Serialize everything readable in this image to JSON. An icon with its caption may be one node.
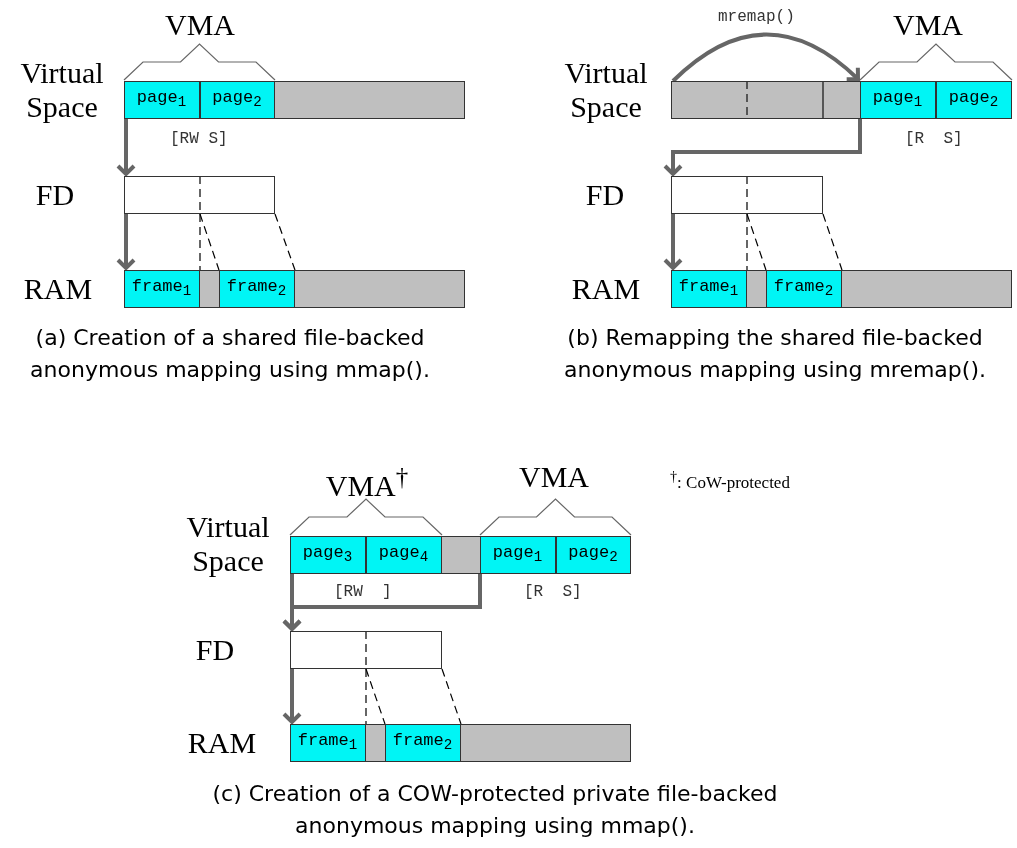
{
  "diagram": {
    "nodes": [
      {
        "text": [],
        "shape": "bar"
      },
      {
        "text": [
          "page$_{1}$"
        ],
        "in": 0
      },
      {
        "text": [
          "page$_{2}$"
        ],
        "in": 0
      },
      {
        "text": [],
        "shape": "box"
      },
      {
        "text": [],
        "shape": "bar"
      },
      {
        "text": [
          "frame$_{1}$"
        ],
        "in": 4
      },
      {
        "text": [
          "frame$_{2}$"
        ],
        "in": 4
      },
      {
        "text": [],
        "shape": "bar"
      },
      {
        "text": [
          "page$_{1}$"
        ],
        "in": 7
      },
      {
        "text": [
          "page$_{2}$"
        ],
        "in": 7
      },
      {
        "text": [],
        "shape": "box"
      },
      {
        "text": [],
        "shape": "bar"
      },
      {
        "text": [
          "frame$_{1}$"
        ],
        "in": 11
      },
      {
        "text": [
          "frame$_{2}$"
        ],
        "in": 11
      },
      {
        "text": [],
        "shape": "bar"
      },
      {
        "text": [
          "page$_{3}$"
        ],
        "in": 14
      },
      {
        "text": [
          "page$_{4}$"
        ],
        "in": 14
      },
      {
        "text": [
          "page$_{1}$"
        ],
        "in": 14
      },
      {
        "text": [
          "page$_{2}$"
        ],
        "in": 14
      },
      {
        "text": [],
        "shape": "box"
      },
      {
        "text": [],
        "shape": "bar"
      },
      {
        "text": [
          "frame$_{1}$"
        ],
        "in": 20
      },
      {
        "text": [
          "frame$_{2}$"
        ],
        "in": 20
      }
    ],
    "edges": [
      {
        "from": 1,
        "to": 3,
        "arrow": "to"
      },
      {
        "from": 3,
        "to": 4,
        "arrow": "to"
      },
      {
        "from": 3,
        "to": 5,
        "arrow": "none",
        "style": "dashed",
        "color": "#000000"
      },
      {
        "from": 3,
        "to": 6,
        "arrow": "none",
        "style": "dashed",
        "color": "#000000"
      },
      {
        "from": 7,
        "to": 8,
        "arrow": "to",
        "label": "mremap()"
      },
      {
        "from": 8,
        "to": 10,
        "arrow": "to"
      },
      {
        "from": 10,
        "to": 11,
        "arrow": "to"
      },
      {
        "from": 10,
        "to": 12,
        "arrow": "none",
        "style": "dashed",
        "color": "#000000"
      },
      {
        "from": 10,
        "to": 13,
        "arrow": "none",
        "style": "dashed",
        "color": "#000000"
      },
      {
        "from": 15,
        "to": 19,
        "arrow": "to"
      },
      {
        "from": 17,
        "to": 19,
        "arrow": "to"
      },
      {
        "from": 19,
        "to": 20,
        "arrow": "to"
      },
      {
        "from": 19,
        "to": 21,
        "arrow": "none",
        "style": "dashed",
        "color": "#000000"
      },
      {
        "from": 19,
        "to": 22,
        "arrow": "none",
        "style": "dashed",
        "color": "#000000"
      }
    ],
    "labels": [
      "VMA",
      "Virtual Space",
      "[RW S]",
      "FD",
      "RAM",
      "(a)  Creation of a shared file-backed anonymous mapping using mmap().",
      "VMA",
      "Virtual Space",
      "[R  S]",
      "FD",
      "RAM",
      "(b)  Remapping the shared file-backed anonymous mapping using mremap().",
      "VMA$^{†}$",
      "VMA",
      "$^{†}$: CoW-protected",
      "Virtual Space",
      "[RW  ]",
      "[R  S]",
      "FD",
      "RAM",
      "(c)  Creation of a COW-protected private file-backed anonymous mapping using mmap()."
    ]
  }
}
